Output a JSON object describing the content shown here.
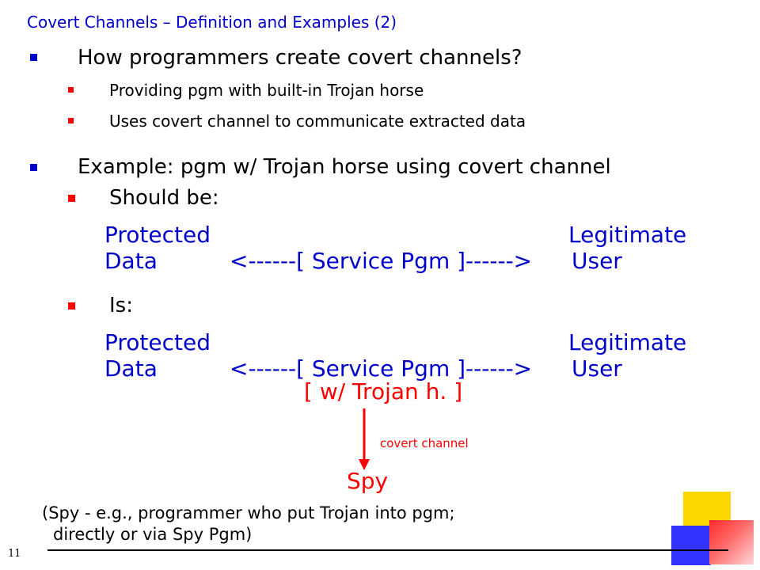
{
  "slide": {
    "title": "Covert Channels – Definition and Examples (2)",
    "bullets": {
      "q1": "How programmers create covert channels?",
      "q1_sub1": "Providing pgm with built-in Trojan horse",
      "q1_sub2": "Uses covert channel to communicate extracted data",
      "ex": "Example: pgm w/ Trojan horse using covert channel",
      "should_be": "Should be:",
      "is": "Is:"
    },
    "diagram1": {
      "protected": "Protected",
      "data": "Data",
      "service": "<------[ Service Pgm ]------>",
      "legitimate": "Legitimate",
      "user": "User"
    },
    "diagram2": {
      "protected": "Protected",
      "data": "Data",
      "service": "<------[ Service Pgm ]------>",
      "legitimate": "Legitimate",
      "user": "User",
      "trojan": "[ w/ Trojan h. ]",
      "covert": "covert channel",
      "spy": "Spy"
    },
    "note_line1": "(Spy - e.g., programmer who put Trojan into pgm;",
    "note_line2": "directly or via Spy Pgm)",
    "page_number": "11",
    "colors": {
      "blue": "#0000cc",
      "red": "#ff0000",
      "yellow": "#ffd700"
    }
  }
}
